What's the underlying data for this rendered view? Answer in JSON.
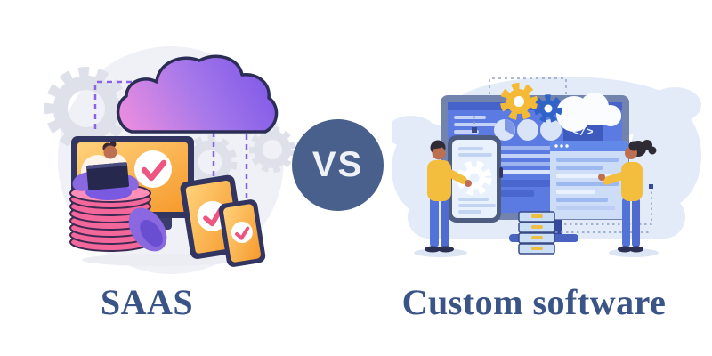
{
  "left_panel": {
    "label": "SAAS",
    "label_color": "#3b5488",
    "illustration": {
      "icons": [
        "cloud-icon",
        "gear-icon",
        "monitor-icon",
        "laptop-icon",
        "checkmark-icon",
        "coin-stack-icon",
        "tablet-icon",
        "smartphone-icon",
        "person-icon",
        "dashed-connector"
      ],
      "colors": {
        "background_blob": "#f0f1f6",
        "gear": "#dfe1ea",
        "cloud_gradient_from": "#e88ce0",
        "cloud_gradient_mid": "#a678ea",
        "cloud_gradient_to": "#7e57e8",
        "outline": "#2b2d55",
        "device_frame": "#32355f",
        "screen_gradient_from": "#ffd27b",
        "screen_gradient_to": "#f6992c",
        "checkmark": "#ef5581",
        "coins": "#f4679b",
        "coins_top": "#ff8eb8",
        "person_clothes": "#8a68e0",
        "dashed_line": "#8a63e6"
      }
    }
  },
  "divider": {
    "label": "VS",
    "circle_color": "#49608d",
    "text_color": "#eef2f7"
  },
  "right_panel": {
    "label": "Custom software",
    "label_color": "#3b5488",
    "illustration": {
      "code_snippet": "</>",
      "icons": [
        "monitor-icon",
        "gear-icon",
        "code-icon",
        "browser-window-icon",
        "smartphone-icon",
        "server-icon",
        "cloud-icon",
        "person-icon",
        "dotted-connector"
      ],
      "colors": {
        "background_clouds": "#e3ebf8",
        "monitor_frame": "#7283ae",
        "screen": "#5b7ae2",
        "screen_header": "#4563cb",
        "gear_yellow": "#f4ba36",
        "gear_blue": "#2f63c8",
        "code_panel": "#3d5abc",
        "floating_window": "#cdddf8",
        "window_header": "#6288e8",
        "server_body": "#cadef8",
        "server_led": "#eebd45",
        "shirt": "#f3bd3d",
        "pants": "#5273d8",
        "skin": "#bd6f52",
        "stand": "#35479e"
      }
    }
  }
}
